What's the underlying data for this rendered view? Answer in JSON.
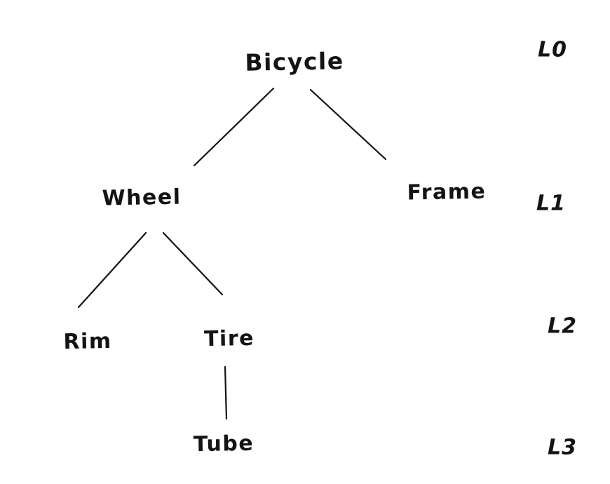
{
  "diagram": {
    "type": "tree",
    "style": "hand-drawn-sketch",
    "ink_color": "#141414",
    "background_color": "#ffffff",
    "nodes": [
      {
        "id": "bicycle",
        "label": "Bicycle",
        "level": 0
      },
      {
        "id": "wheel",
        "label": "Wheel",
        "level": 1
      },
      {
        "id": "frame",
        "label": "Frame",
        "level": 1
      },
      {
        "id": "rim",
        "label": "Rim",
        "level": 2
      },
      {
        "id": "tire",
        "label": "Tire",
        "level": 2
      },
      {
        "id": "tube",
        "label": "Tube",
        "level": 3
      }
    ],
    "edges": [
      {
        "from": "bicycle",
        "to": "wheel"
      },
      {
        "from": "bicycle",
        "to": "frame"
      },
      {
        "from": "wheel",
        "to": "rim"
      },
      {
        "from": "wheel",
        "to": "tire"
      },
      {
        "from": "tire",
        "to": "tube"
      }
    ],
    "level_labels": [
      "L0",
      "L1",
      "L2",
      "L3"
    ]
  }
}
